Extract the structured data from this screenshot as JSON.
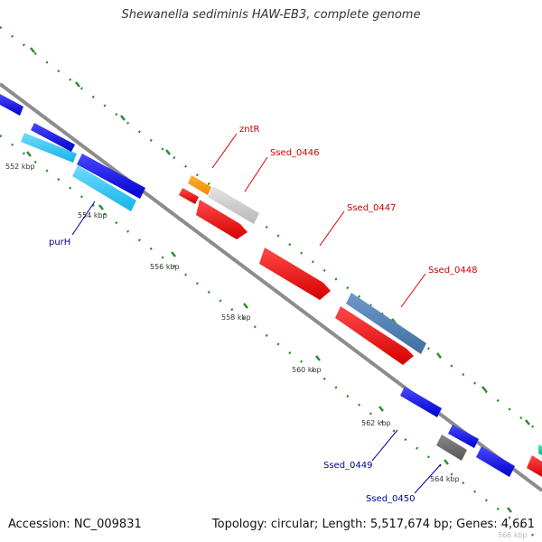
{
  "map": {
    "title": "Shewanella sediminis HAW-EB3, complete genome",
    "accession": "Accession: NC_009831",
    "topology": "Topology: circular; Length: 5,517,674 bp; Genes: 4,661",
    "colors": {
      "backbone": "#909090",
      "tick": "#2e8b2e",
      "forward_label": "#cc0000",
      "reverse_label": "#00008b"
    },
    "ticks": [
      {
        "label": "552 kbp"
      },
      {
        "label": "554 kbp"
      },
      {
        "label": "556 kbp"
      },
      {
        "label": "558 kbp"
      },
      {
        "label": "560 kbp"
      },
      {
        "label": "562 kbp"
      },
      {
        "label": "564 kbp"
      },
      {
        "label": "566 kbp"
      }
    ],
    "genes": [
      {
        "label": "zntR",
        "strand": "forward"
      },
      {
        "label": "Ssed_0446",
        "strand": "forward"
      },
      {
        "label": "Ssed_0447",
        "strand": "forward"
      },
      {
        "label": "Ssed_0448",
        "strand": "forward"
      },
      {
        "label": "purH",
        "strand": "reverse"
      },
      {
        "label": "Ssed_0449",
        "strand": "reverse"
      },
      {
        "label": "Ssed_0450",
        "strand": "reverse"
      }
    ]
  }
}
